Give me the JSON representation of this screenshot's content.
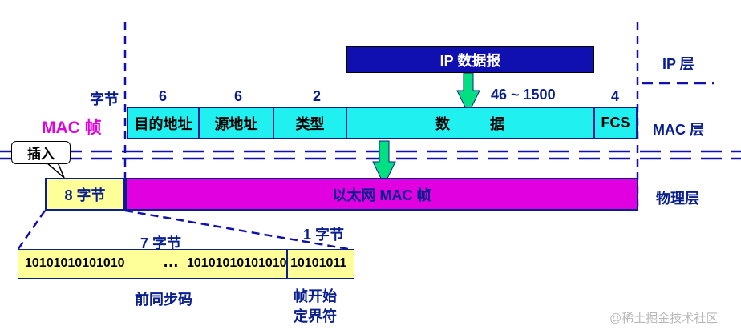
{
  "colors": {
    "navy": "#0a1f8f",
    "magenta": "#e000e0",
    "cyan": "#20f0f0",
    "pale_yellow": "#ffff99",
    "green_arrow": "#00e080",
    "ip_box": "#1010b0"
  },
  "layers": {
    "ip": "IP 层",
    "mac": "MAC 层",
    "physical": "物理层"
  },
  "ip_datagram": "IP 数据报",
  "mac_frame_label": "MAC 帧",
  "byte_label": "字节",
  "byte_counts": {
    "dest": "6",
    "src": "6",
    "type": "2",
    "data": "46 ~ 1500",
    "fcs": "4"
  },
  "fields": {
    "dest": "目的地址",
    "src": "源地址",
    "type": "类型",
    "data_1": "数",
    "data_2": "据",
    "fcs": "FCS"
  },
  "insert_callout": "插入",
  "preamble_box": "8 字节",
  "ethernet_mac_frame": "以太网 MAC 帧",
  "preamble_detail": {
    "seven_bytes": "7 字节",
    "one_byte": "1 字节",
    "bits_left": "10101010101010",
    "ellipsis": "…",
    "bits_right": "10101010101010",
    "sfd_bits": "10101011",
    "sync_code": "前同步码",
    "sfd_line1": "帧开始",
    "sfd_line2": "定界符"
  },
  "watermark": "@稀土掘金技术社区"
}
